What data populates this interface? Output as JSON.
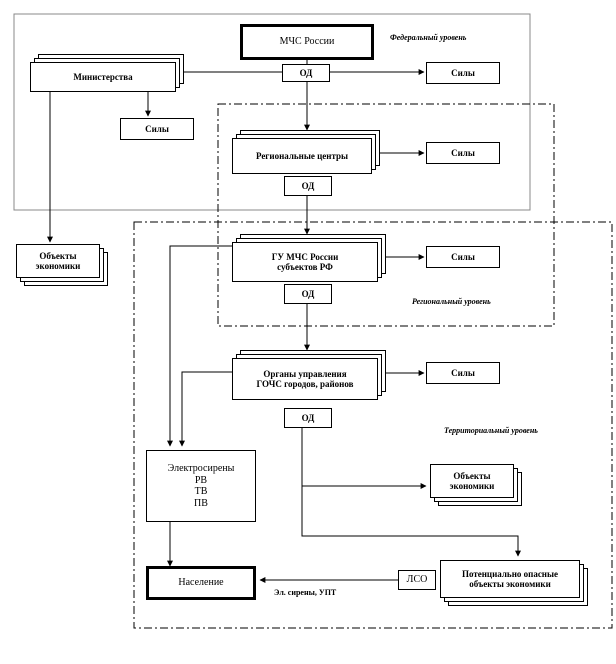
{
  "levels": {
    "federal": "Федеральный уровень",
    "regional": "Региональный уровень",
    "territorial": "Территориальный уровень"
  },
  "nodes": {
    "mchs": "МЧС России",
    "od": "ОД",
    "ministries": "Министерства",
    "forces": "Силы",
    "regional_centers": "Региональные центры",
    "gu_mchs": "ГУ МЧС России\nсубъектов РФ",
    "local_gov": "Органы управления\nГОЧС городов, районов",
    "economy_objects": "Объекты\nэкономики",
    "sirens": "Электросирены\nРВ\nТВ\nПВ",
    "population": "Население",
    "lso": "ЛСО",
    "hazardous": "Потенциально опасные\nобъекты экономики"
  },
  "annotations": {
    "siren_link": "Эл. сирены, УПТ"
  }
}
